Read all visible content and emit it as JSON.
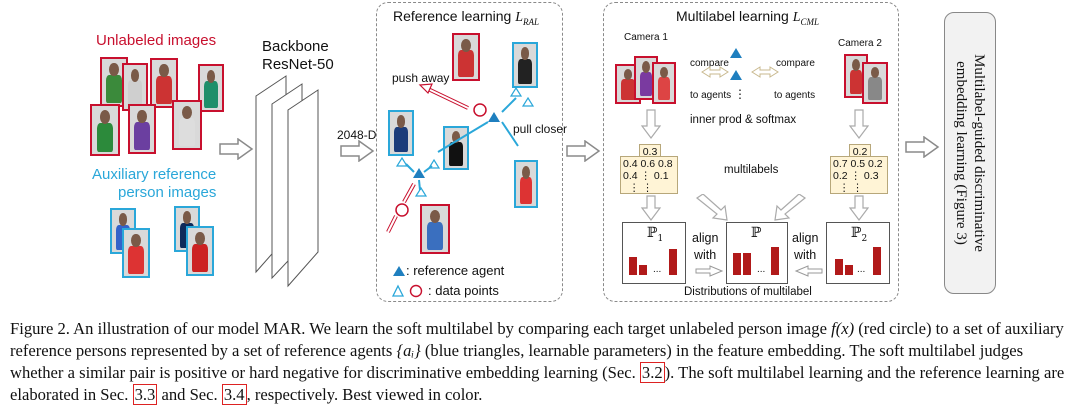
{
  "left": {
    "unlabeled_title": "Unlabeled images",
    "aux_title_line1": "Auxiliary reference",
    "aux_title_line2": "person images",
    "backbone_line1": "Backbone",
    "backbone_line2": "ResNet-50",
    "feature_dim": "2048-D"
  },
  "reference": {
    "title": "Reference learning ",
    "title_math": "L",
    "title_sub": "RAL",
    "push_away": "push away",
    "pull_closer": "pull closer",
    "legend_agent": ": reference agent",
    "legend_points": ": data points"
  },
  "multilabel": {
    "title": "Multilabel learning ",
    "title_math": "L",
    "title_sub": "CML",
    "camera1": "Camera 1",
    "camera2": "Camera 2",
    "compare": "compare",
    "to_agents": "to agents",
    "inner_prod": "inner prod & softmax",
    "multilabels": "multilabels",
    "cam1_values": {
      "top": "0.3",
      "row1": "0.4 0.6 0.8",
      "row2": "0.4  ⋮  0.1",
      "row3": "⋮     ⋮"
    },
    "cam2_values": {
      "top": "0.2",
      "row1": "0.7 0.5 0.2",
      "row2": "0.2  ⋮  0.3",
      "row3": "⋮     ⋮"
    },
    "p1": "ℙ",
    "p1_sub": "1",
    "p": "ℙ",
    "p2": "ℙ",
    "p2_sub": "2",
    "align": "align",
    "with": "with",
    "distributions": "Distributions of multilabel",
    "ellipsis": "..."
  },
  "right_box": {
    "line1": "Multilabel-guided discriminative",
    "line2": "embedding learning (Figure 3)"
  },
  "caption": {
    "p1": "Figure 2. An illustration of our model MAR. We learn the soft multilabel by comparing each target unlabeled person image ",
    "fx": "f(x)",
    "p2": " (red circle) to a set of auxiliary reference persons represented by a set of reference agents ",
    "ai": "{aᵢ}",
    "p3": " (blue triangles, learnable parameters) in the feature embedding. The soft multilabel judges whether a similar pair is positive or hard negative for discriminative embedding learning (Sec. ",
    "ref1": "3.2",
    "p4": "). The soft multilabel learning and the reference learning are elaborated in Sec. ",
    "ref2": "3.3",
    "p5": " and Sec. ",
    "ref3": "3.4",
    "p6": ", respectively. Best viewed in color."
  },
  "colors": {
    "red": "#c8102e",
    "blue": "#2aa7d9",
    "bar": "#b11a1a",
    "cream": "#fff4d6"
  }
}
